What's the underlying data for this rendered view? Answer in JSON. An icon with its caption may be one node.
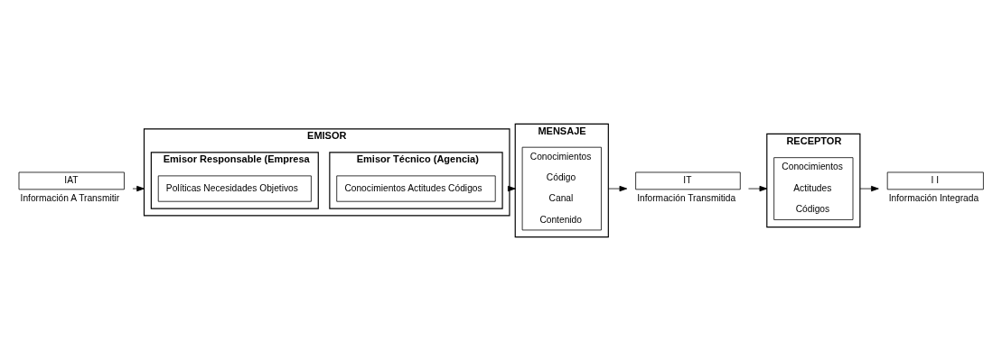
{
  "diagram": {
    "nodes": [
      {
        "text": [
          "IAT"
        ],
        "beside": [
          "Información A Transmitir"
        ]
      },
      {
        "text": [
          "EMISOR"
        ]
      },
      {
        "text": [
          "Emisor Responsable (Empresa"
        ],
        "in": 1
      },
      {
        "text": [
          "Políticas Necesidades Objetivos"
        ],
        "in": 2
      },
      {
        "text": [
          "Emisor Técnico (Agencia)"
        ],
        "in": 1
      },
      {
        "text": [
          "Conocimientos Actitudes Códigos"
        ],
        "in": 4
      },
      {
        "text": [
          "MENSAJE"
        ]
      },
      {
        "text": [
          "Conocimientos",
          "Código",
          "Canal",
          "Contenido"
        ],
        "in": 6
      },
      {
        "text": [
          "IT"
        ],
        "beside": [
          "Información Transmitida"
        ]
      },
      {
        "text": [
          "RECEPTOR"
        ]
      },
      {
        "text": [
          "Conocimientos",
          "Actitudes",
          "Códigos"
        ],
        "in": 9
      },
      {
        "text": [
          "I I"
        ],
        "beside": [
          "Información Integrada"
        ]
      }
    ],
    "edges": [
      {
        "from": 0,
        "to": 1,
        "arrow": "to"
      },
      {
        "from": 1,
        "to": 6,
        "arrow": "to"
      },
      {
        "from": 6,
        "to": 8,
        "arrow": "to"
      },
      {
        "from": 8,
        "to": 9,
        "arrow": "to"
      },
      {
        "from": 9,
        "to": 11,
        "arrow": "to"
      }
    ]
  }
}
